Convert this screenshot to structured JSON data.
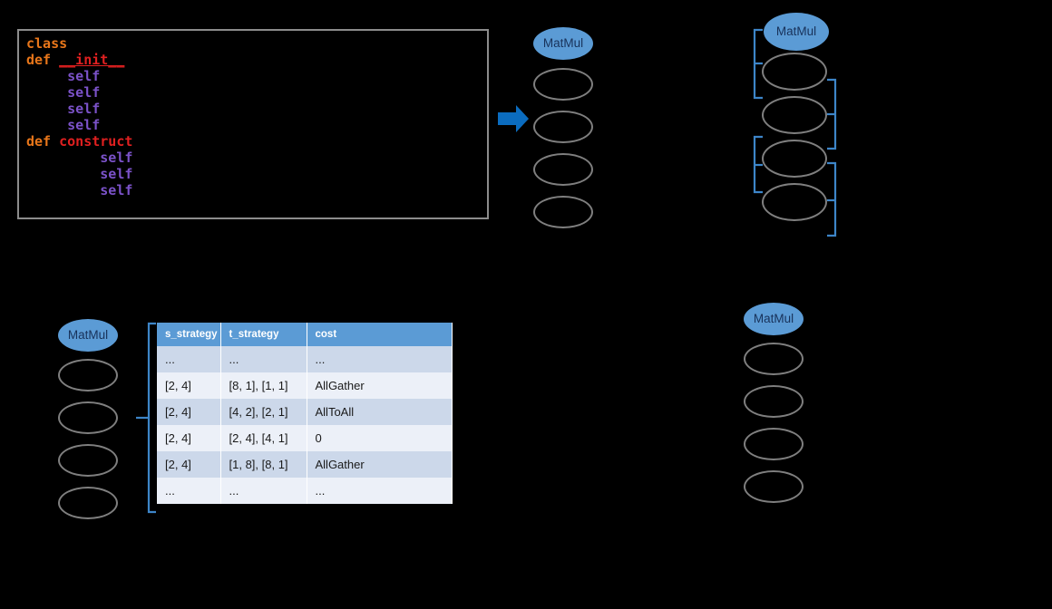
{
  "code_panel": {
    "name": "python-class-definition",
    "lines": [
      [
        {
          "t": "class",
          "c": "kw"
        }
      ],
      [
        {
          "t": "def ",
          "c": "kw"
        },
        {
          "t": "__init__",
          "c": "init"
        }
      ],
      [
        {
          "t": "     ",
          "c": "plain"
        },
        {
          "t": "self",
          "c": "self"
        }
      ],
      [
        {
          "t": "     ",
          "c": "plain"
        },
        {
          "t": "self",
          "c": "self"
        }
      ],
      [
        {
          "t": "     ",
          "c": "plain"
        },
        {
          "t": "self",
          "c": "self"
        }
      ],
      [
        {
          "t": "     ",
          "c": "plain"
        },
        {
          "t": "self",
          "c": "self"
        }
      ],
      [
        {
          "t": "def ",
          "c": "kw"
        },
        {
          "t": "construct",
          "c": "fn"
        }
      ],
      [
        {
          "t": "         ",
          "c": "plain"
        },
        {
          "t": "self",
          "c": "self"
        }
      ],
      [
        {
          "t": "         ",
          "c": "plain"
        },
        {
          "t": "self",
          "c": "self"
        }
      ],
      [
        {
          "t": "         ",
          "c": "plain"
        },
        {
          "t": "self",
          "c": "self"
        }
      ]
    ]
  },
  "arrow": {
    "name": "transform-arrow",
    "color": "#0b6cbf",
    "direction": "right"
  },
  "graphs": {
    "top_center": {
      "label": "MatMul",
      "node_count": 4
    },
    "top_right": {
      "label": "MatMul",
      "node_count": 4
    },
    "bottom_left": {
      "label": "MatMul",
      "node_count": 4
    },
    "bottom_right": {
      "label": "MatMul",
      "node_count": 4
    }
  },
  "table": {
    "name": "strategy-cost-table",
    "headers": [
      "s_strategy",
      "t_strategy",
      "cost"
    ],
    "rows": [
      [
        "...",
        "...",
        "..."
      ],
      [
        "[2, 4]",
        "[8, 1], [1, 1]",
        "AllGather"
      ],
      [
        "[2, 4]",
        "[4, 2], [2, 1]",
        "AllToAll"
      ],
      [
        "[2, 4]",
        "[2, 4], [4, 1]",
        "0"
      ],
      [
        "[2, 4]",
        "[1, 8], [8, 1]",
        "AllGather"
      ],
      [
        "...",
        "...",
        "..."
      ]
    ]
  },
  "colors": {
    "accent_blue": "#5b9bd5",
    "bracket_blue": "#3d85c8",
    "arrow_blue": "#0b6cbf",
    "node_border": "#7f7f7f",
    "table_header": "#5b9bd5",
    "table_row_a": "#ccd8ea",
    "table_row_b": "#ecf0f8"
  }
}
